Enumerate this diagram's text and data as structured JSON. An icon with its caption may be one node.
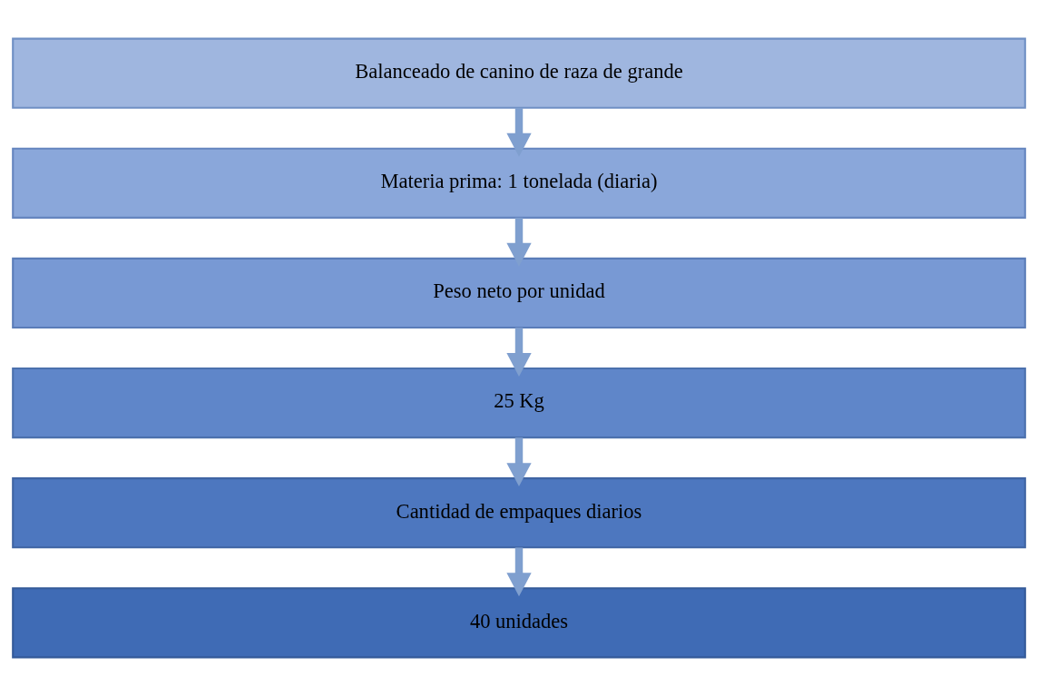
{
  "diagram": {
    "nodes": [
      {
        "text": [
          "Balanceado de canino de raza de grande"
        ]
      },
      {
        "text": [
          "Materia prima: 1 tonelada (diaria)"
        ]
      },
      {
        "text": [
          "Peso neto por unidad"
        ]
      },
      {
        "text": [
          "25 Kg"
        ]
      },
      {
        "text": [
          "Cantidad de empaques diarios"
        ]
      },
      {
        "text": [
          "40 unidades"
        ]
      }
    ],
    "edges": [
      {
        "from": 0,
        "to": 1,
        "arrow": "to"
      },
      {
        "from": 1,
        "to": 2,
        "arrow": "to"
      },
      {
        "from": 2,
        "to": 3,
        "arrow": "to"
      },
      {
        "from": 3,
        "to": 4,
        "arrow": "to"
      },
      {
        "from": 4,
        "to": 5,
        "arrow": "to"
      }
    ]
  }
}
